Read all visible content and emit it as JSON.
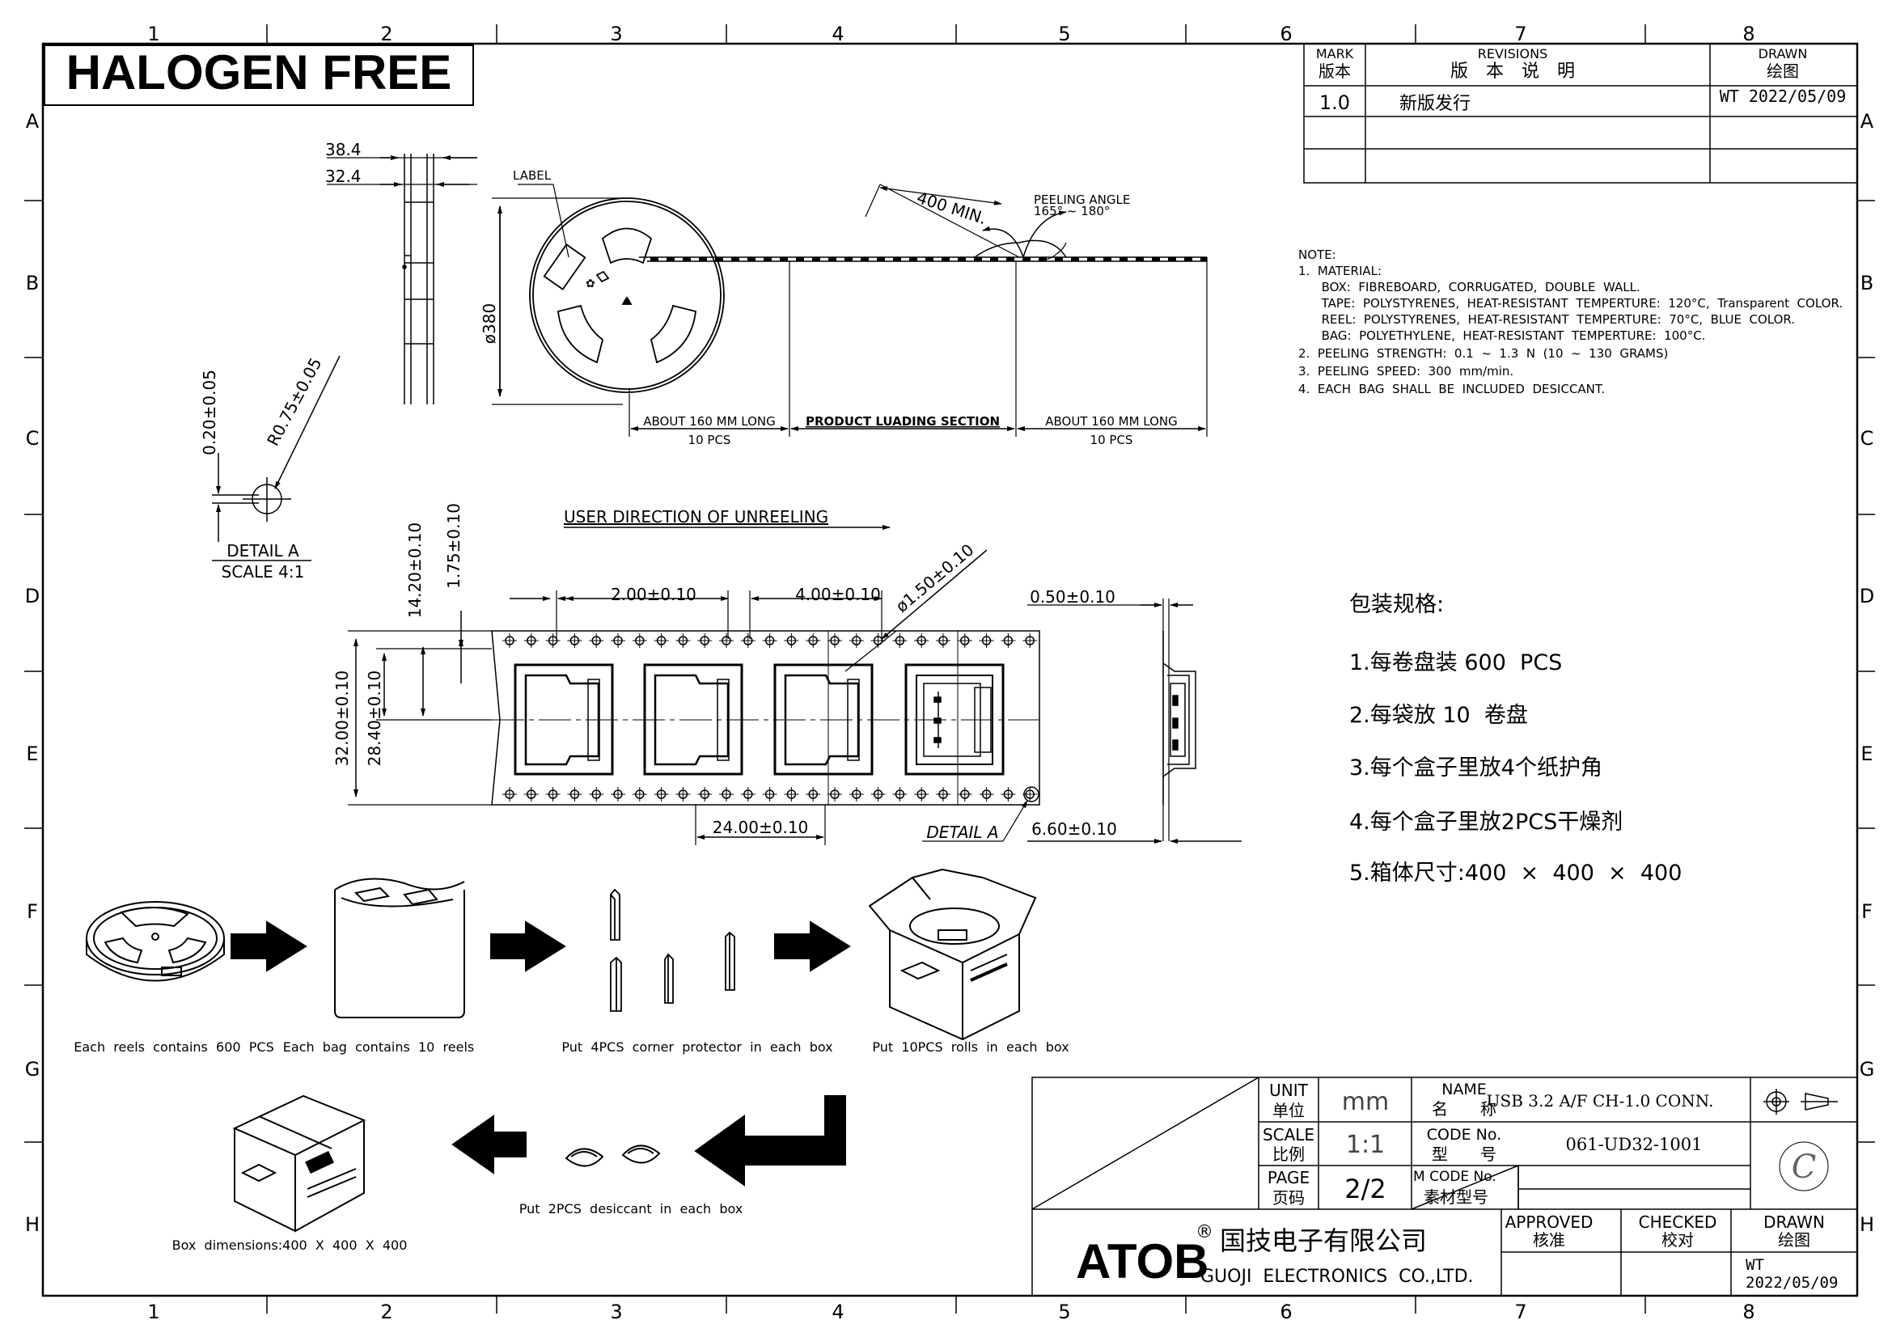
{
  "frame": {
    "col_numbers": [
      "1",
      "2",
      "3",
      "4",
      "5",
      "6",
      "7",
      "8"
    ],
    "row_letters": [
      "A",
      "B",
      "C",
      "D",
      "E",
      "F",
      "G",
      "H"
    ]
  },
  "banner": {
    "text": "HALOGEN FREE"
  },
  "revisions": {
    "mark_label_en": "MARK",
    "mark_label_cn": "版本",
    "rev_label_en": "REVISIONS",
    "rev_label_cn": "版　本　说　明",
    "drawn_label_en": "DRAWN",
    "drawn_label_cn": "绘图",
    "rows": [
      {
        "mark": "1.0",
        "desc": "新版发行",
        "drawn": "WT  2022/05/09"
      }
    ]
  },
  "reel_drawing": {
    "dim_38_4": "38.4",
    "dim_32_4": "32.4",
    "label": "LABEL",
    "diameter": "ø380",
    "min_400": "400 MIN.",
    "peel_title": "PEELING ANGLE",
    "peel_range": "165° ~ 180°",
    "about_left": "ABOUT  160  MM  LONG",
    "pcs_left": "10  PCS",
    "product_section": "PRODUCT  LUADING  SECTION",
    "about_right": "ABOUT  160  MM  LONG",
    "pcs_right": "10  PCS"
  },
  "detail": {
    "thickness": "0.20±0.05",
    "radius": "R0.75±0.05",
    "title": "DETAIL  A",
    "scale": "SCALE  4:1"
  },
  "tape_drawing": {
    "direction": "USER  DIRECTION  OF  UNREELING",
    "d_14_20": "14.20±0.10",
    "d_1_75": "1.75±0.10",
    "d_2_00": "2.00±0.10",
    "d_4_00": "4.00±0.10",
    "d_hole": "ø1.50±0.10",
    "d_0_50": "0.50±0.10",
    "d_32_00": "32.00±0.10",
    "d_28_40": "28.40±0.10",
    "d_24_00": "24.00±0.10",
    "detail_ref": "DETAIL  A",
    "d_6_60": "6.60±0.10"
  },
  "notes": {
    "title": "NOTE:",
    "lines": [
      "1.  MATERIAL:",
      "      BOX:  FIBREBOARD,  CORRUGATED,  DOUBLE  WALL.",
      "      TAPE:  POLYSTYRENES,  HEAT-RESISTANT  TEMPERTURE:  120°C,  Transparent  COLOR.",
      "      REEL:  POLYSTYRENES,  HEAT-RESISTANT  TEMPERTURE:  70°C,  BLUE  COLOR.",
      "      BAG:  POLYETHYLENE,  HEAT-RESISTANT  TEMPERTURE:  100°C.",
      "2.  PEELING  STRENGTH:  0.1  ~  1.3  N  (10  ~  130  GRAMS)",
      "3.  PEELING  SPEED:  300  mm/min.",
      "4.  EACH  BAG  SHALL  BE  INCLUDED  DESICCANT."
    ]
  },
  "packing_spec": {
    "title": "包装规格:",
    "items": [
      "1.每卷盘装 600  PCS",
      "2.每袋放 10  卷盘",
      "3.每个盒子里放4个纸护角",
      "4.每个盒子里放2PCS干燥剂",
      "5.箱体尺寸:400  ×  400  ×  400"
    ]
  },
  "flow": {
    "reel": "Each  reels  contains  600  PCS",
    "bag": "Each  bag  contains  10  reels",
    "corner": "Put  4PCS  corner  protector  in  each  box",
    "rolls": "Put  10PCS  rolls  in  each  box",
    "desiccant": "Put  2PCS  desiccant  in  each  box",
    "box": "Box  dimensions:400  X  400  X  400"
  },
  "title_block": {
    "unit_en": "UNIT",
    "unit_cn": "单位",
    "unit_val": "mm",
    "name_en": "NAME",
    "name_cn": "名　　称",
    "name_val": "USB 3.2 A/F  CH-1.0 CONN.",
    "scale_en": "SCALE",
    "scale_cn": "比例",
    "scale_val": "1:1",
    "code_en": "CODE  No.",
    "code_cn": "型　　号",
    "code_val": "061-UD32-1001",
    "page_en": "PAGE",
    "page_cn": "页码",
    "page_val": "2/2",
    "mcode_en": "M  CODE  No.",
    "mcode_cn": "素材型号",
    "rev_letter": "C",
    "logo": "ATOB",
    "logo_mark": "®",
    "company_cn": "国技电子有限公司",
    "company_en": "GUOJI  ELECTRONICS  CO.,LTD.",
    "approved_en": "APPROVED",
    "approved_cn": "核准",
    "checked_en": "CHECKED",
    "checked_cn": "校对",
    "drawn_en": "DRAWN",
    "drawn_cn": "绘图",
    "drawn_by": "WT",
    "drawn_date": "2022/05/09"
  }
}
